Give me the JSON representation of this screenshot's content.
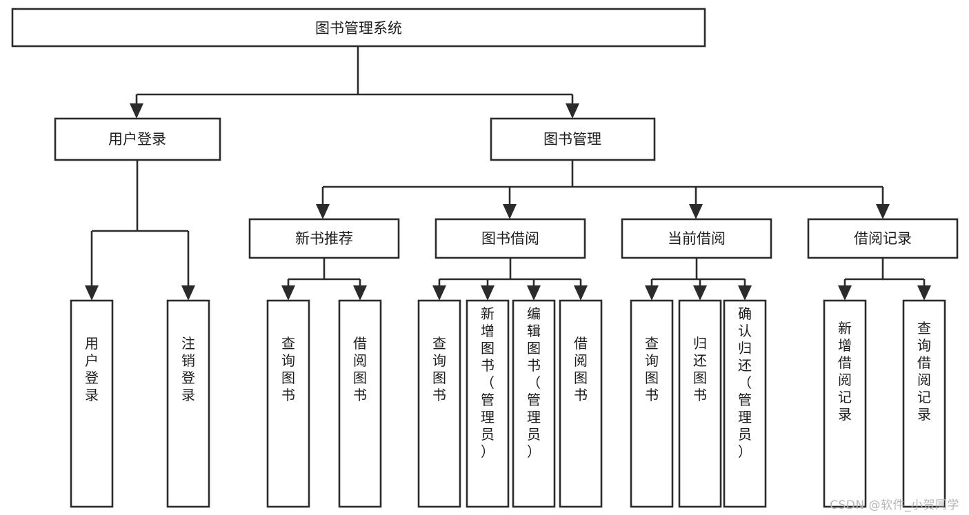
{
  "diagram": {
    "type": "tree-hierarchy-chart",
    "title": "图书管理系统",
    "watermark": "CSDN @软件_小贺同学",
    "colors": {
      "background": "#ffffff",
      "stroke": "#2b2b2b",
      "box_fill": "#ffffff",
      "text": "#1c1c1c",
      "watermark": "#b6b6b6"
    },
    "levels": {
      "root": {
        "label": "图书管理系统"
      },
      "level2": [
        {
          "label": "用户登录"
        },
        {
          "label": "图书管理"
        }
      ],
      "level3": [
        {
          "label": "新书推荐"
        },
        {
          "label": "图书借阅"
        },
        {
          "label": "当前借阅"
        },
        {
          "label": "借阅记录"
        }
      ]
    },
    "leaves": {
      "user_login": [
        {
          "label": "用户登录"
        },
        {
          "label": "注销登录"
        }
      ],
      "new_book_recommend": [
        {
          "label": "查询图书"
        },
        {
          "label": "借阅图书"
        }
      ],
      "book_borrow": [
        {
          "label": "查询图书"
        },
        {
          "label": "新增图书（管理员）"
        },
        {
          "label": "编辑图书（管理员）"
        },
        {
          "label": "借阅图书"
        }
      ],
      "current_borrow": [
        {
          "label": "查询图书"
        },
        {
          "label": "归还图书"
        },
        {
          "label": "确认归还（管理员）"
        }
      ],
      "borrow_records": [
        {
          "label": "新增借阅记录"
        },
        {
          "label": "查询借阅记录"
        }
      ]
    }
  }
}
